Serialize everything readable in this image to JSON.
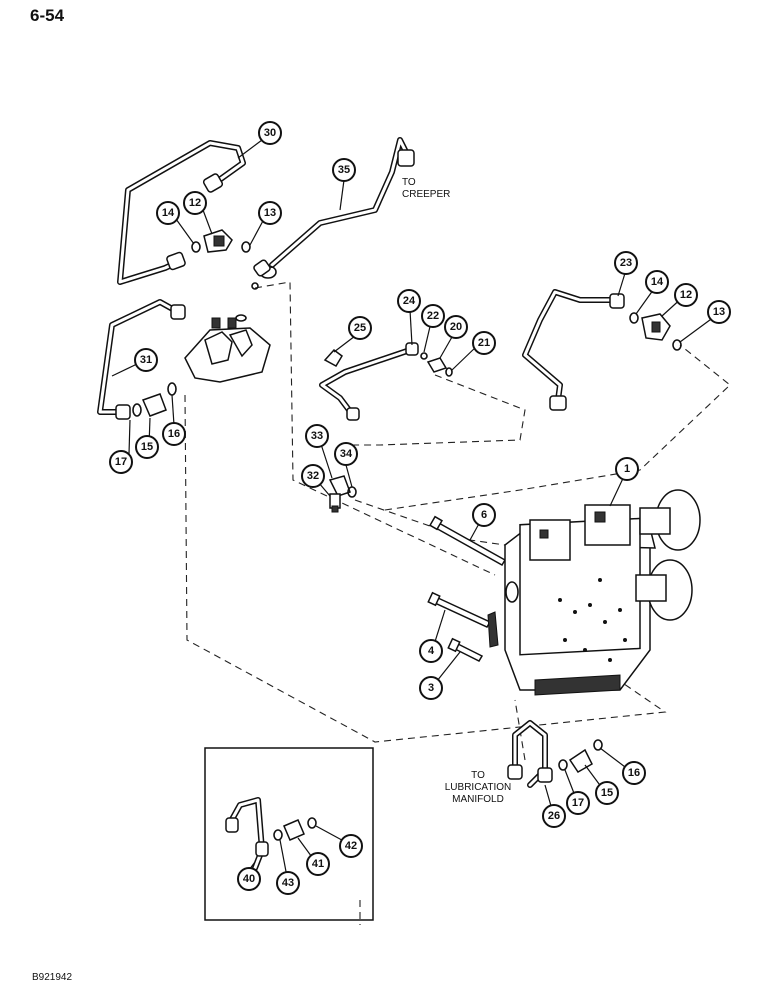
{
  "page": {
    "number": "6-54",
    "figure_code": "B921942"
  },
  "notes": {
    "to_creeper": [
      "TO",
      "CREEPER"
    ],
    "to_lubrication": [
      "TO",
      "LUBRICATION",
      "MANIFOLD"
    ]
  },
  "callouts": {
    "c30": "30",
    "c35": "35",
    "c14a": "14",
    "c12a": "12",
    "c13a": "13",
    "c31": "31",
    "c17a": "17",
    "c15a": "15",
    "c16a": "16",
    "c25": "25",
    "c24": "24",
    "c22": "22",
    "c20": "20",
    "c21": "21",
    "c23": "23",
    "c14b": "14",
    "c12b": "12",
    "c13b": "13",
    "c33": "33",
    "c34": "34",
    "c32": "32",
    "c1": "1",
    "c6": "6",
    "c4": "4",
    "c3": "3",
    "c26": "26",
    "c17b": "17",
    "c15b": "15",
    "c16b": "16",
    "c40": "40",
    "c43": "43",
    "c41": "41",
    "c42": "42"
  }
}
